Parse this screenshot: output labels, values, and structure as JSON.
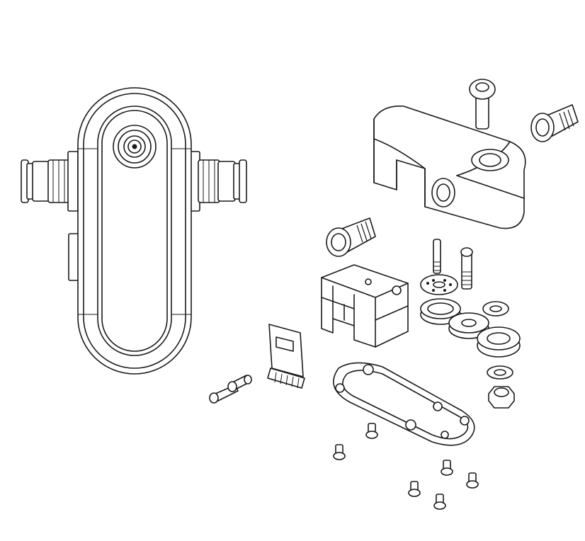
{
  "figure": {
    "kind": "exploded-assembly-line-drawing",
    "background": "#ffffff",
    "line_color": "#1a1a1a",
    "views": [
      "assembled-front-view",
      "exploded-isometric-view"
    ]
  },
  "parts": {
    "assembled": [
      "housing-body",
      "sight-window",
      "center-port",
      "left-push-fitting",
      "right-push-fitting",
      "side-tab"
    ],
    "exploded": [
      "top-cap",
      "cap-screw",
      "push-fitting-top-right",
      "push-fitting-left",
      "filter-block",
      "sensor-board",
      "pcb-screws",
      "cover-plate",
      "pins",
      "washers",
      "lock-nut",
      "mount-screws"
    ]
  }
}
